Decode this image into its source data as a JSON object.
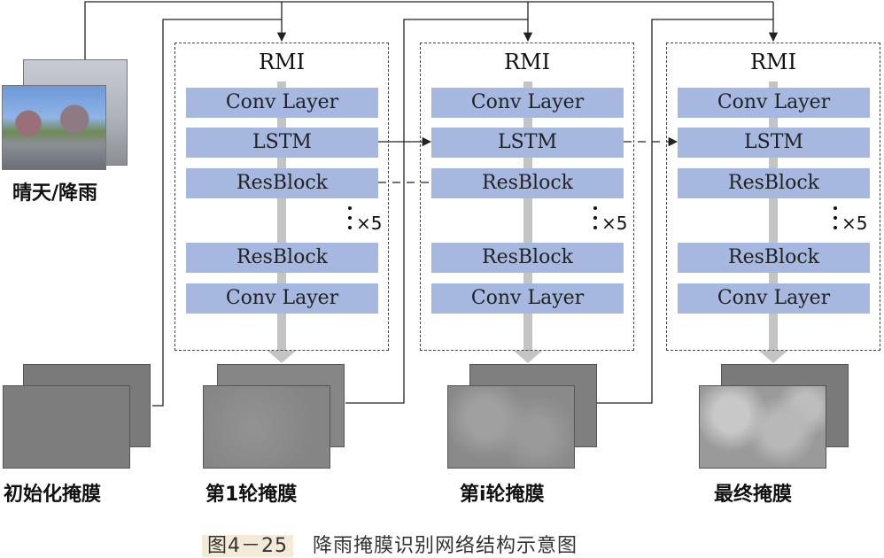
{
  "input": {
    "label": "晴天/降雨"
  },
  "modules": [
    {
      "title": "RMI",
      "layers": [
        "Conv Layer",
        "LSTM",
        "ResBlock",
        "ResBlock",
        "Conv Layer"
      ],
      "repeat": "×5"
    },
    {
      "title": "RMI",
      "layers": [
        "Conv Layer",
        "LSTM",
        "ResBlock",
        "ResBlock",
        "Conv Layer"
      ],
      "repeat": "×5"
    },
    {
      "title": "RMI",
      "layers": [
        "Conv Layer",
        "LSTM",
        "ResBlock",
        "ResBlock",
        "Conv Layer"
      ],
      "repeat": "×5"
    }
  ],
  "masks": [
    "初始化掩膜",
    "第1轮掩膜",
    "第i轮掩膜",
    "最终掩膜"
  ],
  "caption": {
    "number": "图4－25",
    "text": "降雨掩膜识别网络结构示意图"
  },
  "colors": {
    "layer": "#a6b8e0",
    "arrow": "#c4c4c4",
    "mask": "#777777",
    "line": "#222222"
  }
}
